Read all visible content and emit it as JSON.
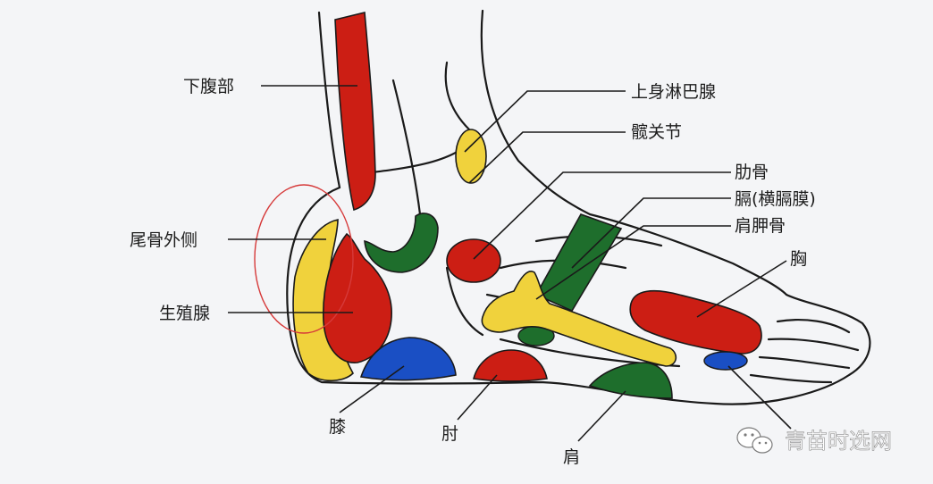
{
  "diagram": {
    "labels": {
      "lower_abdomen": "下腹部",
      "upper_lymph": "上身淋巴腺",
      "hip_joint": "髋关节",
      "ribs": "肋骨",
      "diaphragm": "膈(横膈膜)",
      "scapula": "肩胛骨",
      "coccyx_outer": "尾骨外侧",
      "gonad": "生殖腺",
      "chest": "胸",
      "knee": "膝",
      "elbow": "肘",
      "shoulder": "肩"
    },
    "colors": {
      "red": "#cc1e14",
      "yellow": "#f0d23c",
      "green": "#1e6e2c",
      "blue": "#1a4fc4",
      "outline": "#1a1a1a",
      "circle": "#d63a3a"
    },
    "watermark": {
      "icon": "wechat-icon",
      "text": "青苗时选网"
    }
  }
}
